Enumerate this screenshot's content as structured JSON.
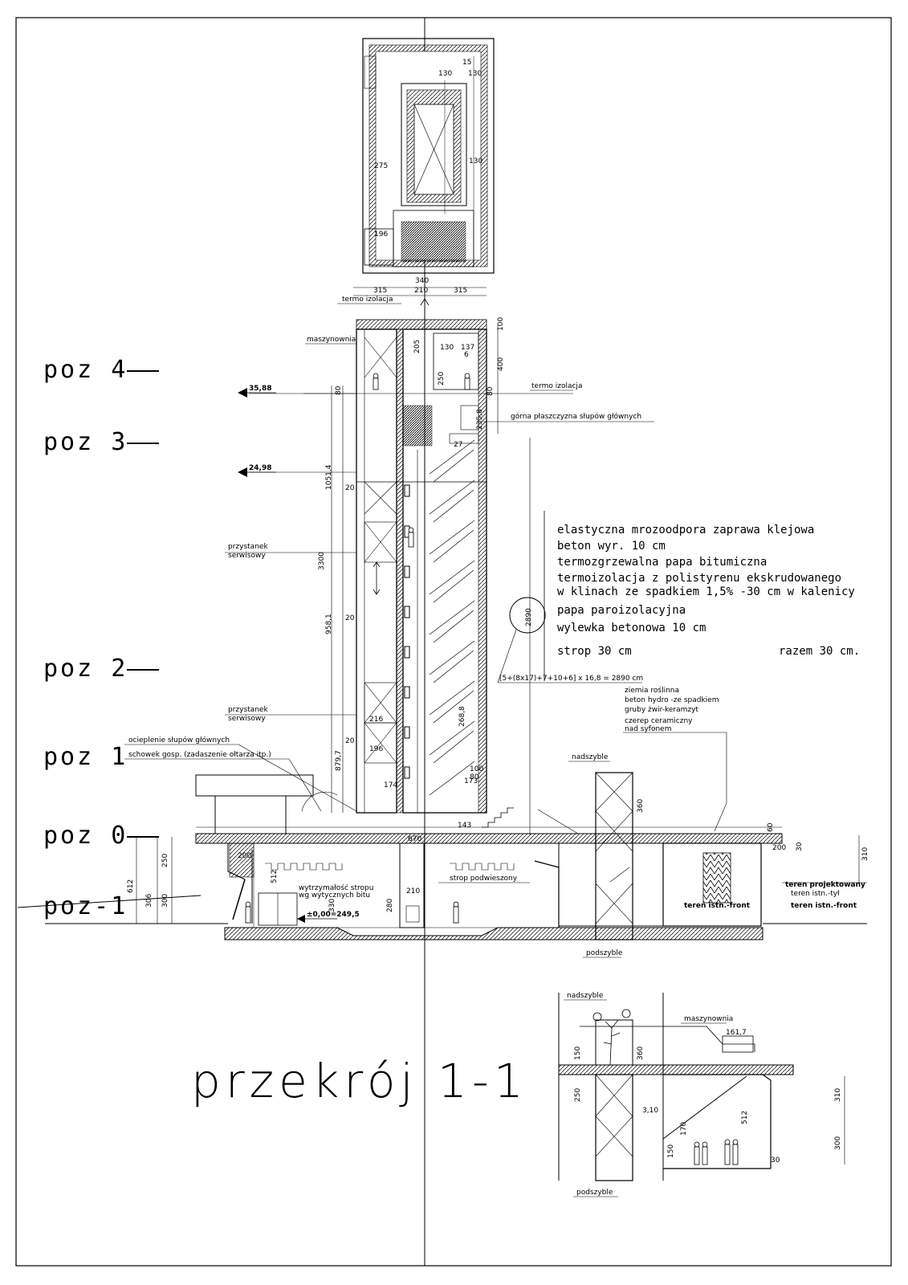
{
  "title": "przekrój 1-1",
  "levels": [
    {
      "label": "poz 4"
    },
    {
      "label": "poz 3"
    },
    {
      "label": "poz 2"
    },
    {
      "label": "poz 1"
    },
    {
      "label": "poz 0"
    },
    {
      "label": "poz-1"
    }
  ],
  "notes": {
    "layers": [
      "elastyczna mrozoodpora zaprawa klejowa",
      "beton wyr.   10 cm",
      "termozgrzewalna papa bitumiczna",
      "termoizolacja z polistyrenu ekskrudowanego",
      "w klinach ze spadkiem 1,5% -30 cm w kalenicy",
      "papa paroizolacyjna",
      "wylewka betonowa 10 cm",
      "strop 30 cm",
      "razem  30 cm."
    ],
    "formula": "[5+(8x17)+7+10+6] x 16,8 = 2890 cm",
    "circle_value": "2890"
  },
  "annotations": {
    "termo_izolacja_top": "termo izolacja",
    "maszynownia": "maszynownia",
    "termo_izolacja_right": "termo izolacja",
    "gorna": "górna płaszczyzna słupów głównych",
    "przystanek1": "przystanek",
    "serwisowy1": "serwisowy",
    "przystanek2": "przystanek",
    "serwisowy2": "serwisowy",
    "ocieplenie": "ocieplenie słupów głównych",
    "schowek": "schowek gosp. (zadaszenie ołtarza itp.)",
    "ziemia": "ziemia roślinna",
    "beton_hydro": "beton hydro -ze spadkiem",
    "gruby": "gruby żwir-keramzyt",
    "czerep": "czerep ceramiczny",
    "nad_syfonem": "nad syfonem",
    "nadszyble": "nadszyble",
    "podszyble": "podszyble",
    "strop_podwieszony": "strop podwieszony",
    "wytrzymalosc": "wytrzymałość stropu",
    "wg_wytycznych": "wg wytycznych bitu",
    "teren_proj": "teren projektowany",
    "teren_tyl": "teren istn.-tył",
    "teren_front": "teren istn.-front",
    "teren_front2": "teren istn.-front",
    "detail_nadszyble": "nadszyble",
    "detail_maszynownia": "maszynownia",
    "detail_podszyble": "podszyble",
    "kota_top": "35,88",
    "kota_mid": "24,98",
    "kota_zero": "±0,00=249,5"
  },
  "dims": {
    "d340": "340",
    "d315a": "315",
    "d210": "210",
    "d315b": "315",
    "d100": "100",
    "d30": "30",
    "d205": "205",
    "d137": "137",
    "d6": "6",
    "d130": "130",
    "d400": "400",
    "d250": "250",
    "d80": "80",
    "d235_8": "235,8",
    "d1051_4": "1051,4",
    "d3300": "3300",
    "d958_1": "958,1",
    "d879_7": "879,7",
    "d268_8": "268,8",
    "d20": "20",
    "d216": "216",
    "d196": "196",
    "d174": "174",
    "d173": "173",
    "d670": "670",
    "d612": "612",
    "d306": "306",
    "d300": "300",
    "d310": "310",
    "d60": "60",
    "d200": "200",
    "d512": "512",
    "d280": "280",
    "d330": "330",
    "d161_7": "161,7",
    "d360": "360",
    "d150": "150",
    "d170": "170",
    "d3_10": "3,10",
    "d275": "275",
    "d15": "15",
    "d27": "27",
    "d143": "143"
  }
}
